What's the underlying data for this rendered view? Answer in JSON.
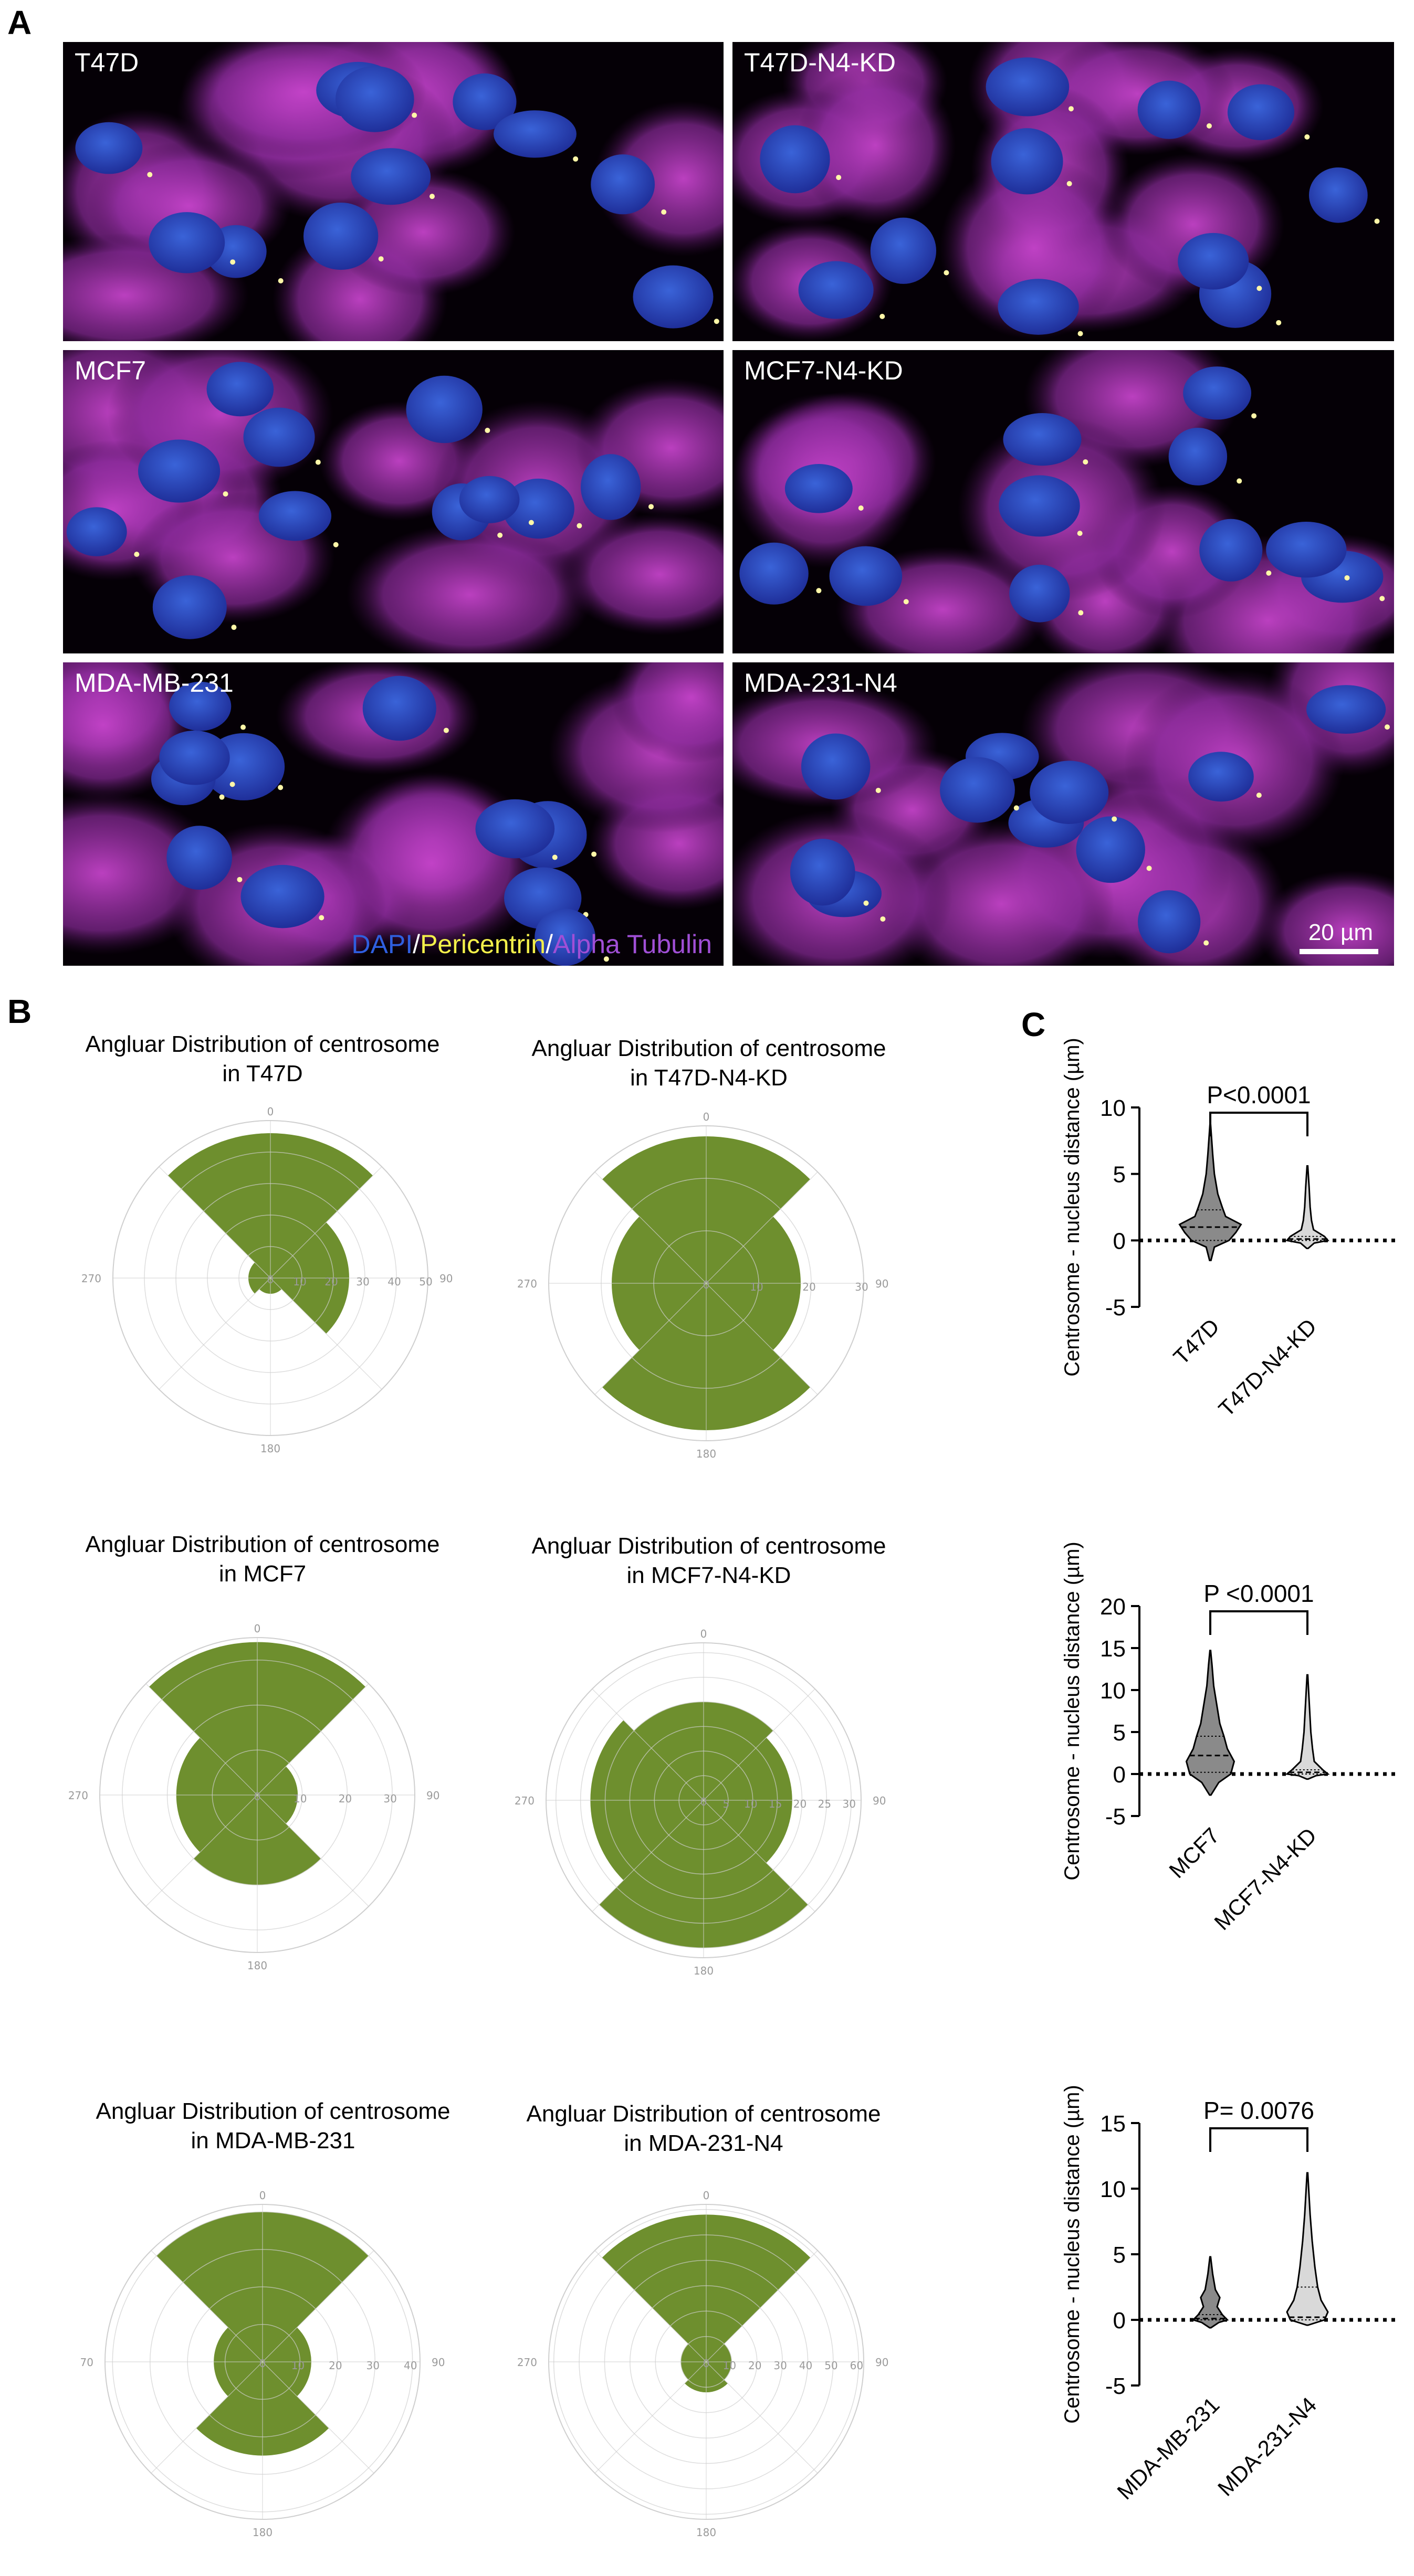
{
  "panel_labels": {
    "a": "A",
    "b": "B",
    "c": "C"
  },
  "micrographs": [
    {
      "label": "T47D"
    },
    {
      "label": "T47D-N4-KD"
    },
    {
      "label": "MCF7"
    },
    {
      "label": "MCF7-N4-KD"
    },
    {
      "label": "MDA-MB-231"
    },
    {
      "label": "MDA-231-N4"
    }
  ],
  "stain_legend": {
    "dapi": "DAPI",
    "sep1": "/",
    "pericentrin": "Pericentrin",
    "sep2": "/",
    "tubulin": "Alpha Tubulin",
    "colors": {
      "dapi": "#2f5fe0",
      "pericentrin": "#f3f04a",
      "tubulin": "#a04fd6"
    }
  },
  "scale_bar": {
    "label": "20 µm"
  },
  "chart_data": [
    {
      "type": "polar-bar",
      "title_line1": "Angluar Distribution of centrosome",
      "title_line2": "in T47D",
      "angle_labels": [
        "0",
        "90",
        "180",
        "270"
      ],
      "radial_ticks": [
        "10",
        "20",
        "30",
        "40",
        "50"
      ],
      "rmax": 50,
      "color": "#6e8f2e",
      "sectors": [
        {
          "start": -45,
          "end": 45,
          "value": 46
        },
        {
          "start": 45,
          "end": 135,
          "value": 25
        },
        {
          "start": 135,
          "end": 225,
          "value": 5
        },
        {
          "start": 225,
          "end": 315,
          "value": 7
        }
      ]
    },
    {
      "type": "polar-bar",
      "title_line1": "Angluar Distribution of centrosome",
      "title_line2": "in T47D-N4-KD",
      "angle_labels": [
        "0",
        "90",
        "180",
        "270"
      ],
      "radial_ticks": [
        "10",
        "20",
        "30"
      ],
      "rmax": 30,
      "color": "#6e8f2e",
      "sectors": [
        {
          "start": -45,
          "end": 45,
          "value": 28
        },
        {
          "start": 45,
          "end": 135,
          "value": 18
        },
        {
          "start": 135,
          "end": 225,
          "value": 28
        },
        {
          "start": 225,
          "end": 315,
          "value": 18
        }
      ]
    },
    {
      "type": "polar-bar",
      "title_line1": "Angluar Distribution of centrosome",
      "title_line2": "in MCF7",
      "angle_labels": [
        "0",
        "90",
        "180",
        "270"
      ],
      "radial_ticks": [
        "10",
        "20",
        "30"
      ],
      "rmax": 35,
      "color": "#6e8f2e",
      "sectors": [
        {
          "start": -45,
          "end": 45,
          "value": 34
        },
        {
          "start": 45,
          "end": 135,
          "value": 9
        },
        {
          "start": 135,
          "end": 225,
          "value": 20
        },
        {
          "start": 225,
          "end": 315,
          "value": 18
        }
      ]
    },
    {
      "type": "polar-bar",
      "title_line1": "Angluar Distribution of centrosome",
      "title_line2": "in MCF7-N4-KD",
      "angle_labels": [
        "0",
        "90",
        "180",
        "270"
      ],
      "radial_ticks": [
        "5",
        "10",
        "15",
        "20",
        "25",
        "30"
      ],
      "rmax": 32,
      "color": "#6e8f2e",
      "sectors": [
        {
          "start": -45,
          "end": 45,
          "value": 20
        },
        {
          "start": 45,
          "end": 135,
          "value": 18
        },
        {
          "start": 135,
          "end": 225,
          "value": 30
        },
        {
          "start": 225,
          "end": 315,
          "value": 23
        }
      ]
    },
    {
      "type": "polar-bar",
      "title_line1": "Angluar Distribution of centrosome",
      "title_line2": "in MDA-MB-231",
      "angle_labels": [
        "0",
        "90",
        "180",
        "70"
      ],
      "radial_ticks": [
        "10",
        "20",
        "30",
        "40"
      ],
      "rmax": 42,
      "color": "#6e8f2e",
      "sectors": [
        {
          "start": -45,
          "end": 45,
          "value": 40
        },
        {
          "start": 45,
          "end": 135,
          "value": 13
        },
        {
          "start": 135,
          "end": 225,
          "value": 25
        },
        {
          "start": 225,
          "end": 315,
          "value": 13
        }
      ]
    },
    {
      "type": "polar-bar",
      "title_line1": "Angluar Distribution of centrosome",
      "title_line2": "in MDA-231-N4",
      "angle_labels": [
        "0",
        "90",
        "180",
        "270"
      ],
      "radial_ticks": [
        "10",
        "20",
        "30",
        "40",
        "50",
        "60"
      ],
      "rmax": 62,
      "color": "#6e8f2e",
      "sectors": [
        {
          "start": -45,
          "end": 45,
          "value": 58
        },
        {
          "start": 45,
          "end": 135,
          "value": 10
        },
        {
          "start": 135,
          "end": 225,
          "value": 12
        },
        {
          "start": 225,
          "end": 315,
          "value": 10
        }
      ]
    },
    {
      "type": "violin",
      "ylabel": "Centrosome - nucleus distance (µm)",
      "ylim": [
        -5,
        10
      ],
      "yticks": [
        -5,
        0,
        5,
        10
      ],
      "categories": [
        "T47D",
        "T47D-N4-KD"
      ],
      "significance": "P<0.0001",
      "series": [
        {
          "fill": "#8a8a8a",
          "min": -1.5,
          "max": 8.7,
          "median": 1.0,
          "q1": 0.0,
          "q3": 2.3,
          "profile": [
            [
              -1.5,
              0.02
            ],
            [
              -0.5,
              0.12
            ],
            [
              0,
              0.55
            ],
            [
              0.6,
              0.75
            ],
            [
              1.2,
              0.9
            ],
            [
              1.8,
              0.45
            ],
            [
              2.5,
              0.35
            ],
            [
              3.5,
              0.22
            ],
            [
              5,
              0.12
            ],
            [
              6.5,
              0.07
            ],
            [
              8.7,
              0.01
            ]
          ]
        },
        {
          "fill": "#d9d9d9",
          "min": -0.6,
          "max": 5.6,
          "median": 0.1,
          "q1": 0.0,
          "q3": 0.3,
          "profile": [
            [
              -0.6,
              0.02
            ],
            [
              -0.2,
              0.2
            ],
            [
              0,
              0.6
            ],
            [
              0.3,
              0.5
            ],
            [
              0.8,
              0.18
            ],
            [
              1.5,
              0.12
            ],
            [
              2.5,
              0.08
            ],
            [
              4,
              0.05
            ],
            [
              5.6,
              0.01
            ]
          ]
        }
      ]
    },
    {
      "type": "violin",
      "ylabel": "Centrosome - nucleus distance (µm)",
      "ylim": [
        -5,
        20
      ],
      "yticks": [
        -5,
        0,
        5,
        10,
        15,
        20
      ],
      "categories": [
        "MCF7",
        "MCF7-N4-KD"
      ],
      "significance": "P <0.0001",
      "series": [
        {
          "fill": "#8a8a8a",
          "min": -2.5,
          "max": 14.7,
          "median": 2.2,
          "q1": 0.2,
          "q3": 4.5,
          "profile": [
            [
              -2.5,
              0.02
            ],
            [
              -1,
              0.25
            ],
            [
              0,
              0.6
            ],
            [
              1.5,
              0.7
            ],
            [
              3,
              0.5
            ],
            [
              4.5,
              0.4
            ],
            [
              6,
              0.28
            ],
            [
              8,
              0.2
            ],
            [
              10.5,
              0.1
            ],
            [
              13,
              0.05
            ],
            [
              14.7,
              0.01
            ]
          ]
        },
        {
          "fill": "#d9d9d9",
          "min": -0.6,
          "max": 11.8,
          "median": 0.2,
          "q1": 0.0,
          "q3": 0.5,
          "profile": [
            [
              -0.6,
              0.02
            ],
            [
              -0.2,
              0.25
            ],
            [
              0,
              0.6
            ],
            [
              0.5,
              0.45
            ],
            [
              1.5,
              0.2
            ],
            [
              3,
              0.15
            ],
            [
              5,
              0.1
            ],
            [
              8,
              0.06
            ],
            [
              11.8,
              0.01
            ]
          ]
        }
      ]
    },
    {
      "type": "violin",
      "ylabel": "Centrosome - nucleus distance (µm)",
      "ylim": [
        -5,
        15
      ],
      "yticks": [
        -5,
        0,
        5,
        10,
        15
      ],
      "categories": [
        "MDA-MB-231",
        "MDA-231-N4"
      ],
      "significance": "P= 0.0076",
      "series": [
        {
          "fill": "#8a8a8a",
          "min": -0.6,
          "max": 4.8,
          "median": 0.1,
          "q1": 0.0,
          "q3": 0.4,
          "profile": [
            [
              -0.6,
              0.02
            ],
            [
              -0.2,
              0.25
            ],
            [
              0,
              0.5
            ],
            [
              0.4,
              0.35
            ],
            [
              1,
              0.2
            ],
            [
              1.7,
              0.28
            ],
            [
              2.3,
              0.15
            ],
            [
              3.5,
              0.07
            ],
            [
              4.8,
              0.01
            ]
          ]
        },
        {
          "fill": "#d9d9d9",
          "min": -0.4,
          "max": 11.2,
          "median": 0.2,
          "q1": 0.0,
          "q3": 2.5,
          "profile": [
            [
              -0.4,
              0.02
            ],
            [
              0,
              0.5
            ],
            [
              0.6,
              0.6
            ],
            [
              1.5,
              0.4
            ],
            [
              2.5,
              0.3
            ],
            [
              4,
              0.22
            ],
            [
              6,
              0.14
            ],
            [
              8,
              0.08
            ],
            [
              11.2,
              0.01
            ]
          ]
        }
      ]
    }
  ]
}
